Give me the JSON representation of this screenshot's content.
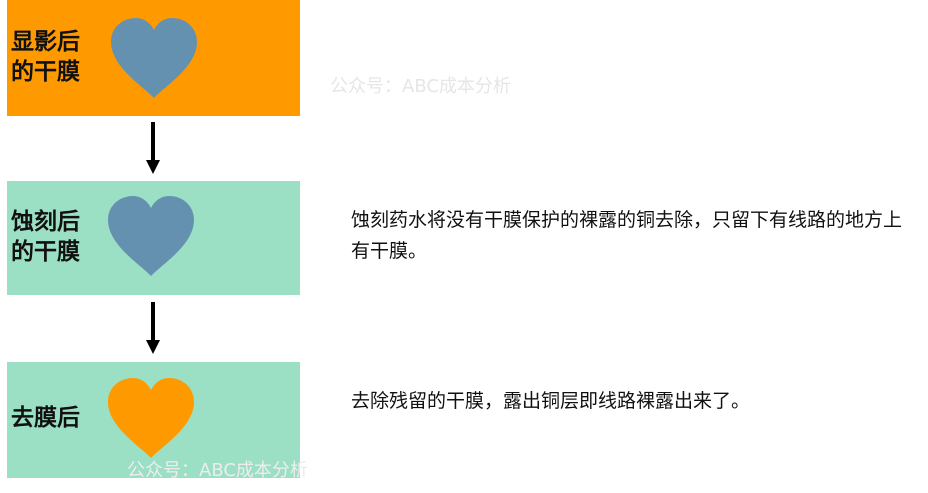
{
  "steps": [
    {
      "label": "显影后\n的干膜",
      "box_color": "#FF9900",
      "heart_color": "#6591B1"
    },
    {
      "label": "蚀刻后\n的干膜",
      "box_color": "#9BE0C4",
      "heart_color": "#6591B1"
    },
    {
      "label": "去膜后",
      "box_color": "#9BE0C4",
      "heart_color": "#FF9900"
    }
  ],
  "descriptions": {
    "etch": "蚀刻药水将没有干膜保护的裸露的铜去除，只留下有线路的地方上有干膜。",
    "strip": "去除残留的干膜，露出铜层即线路裸露出来了。"
  },
  "watermark": "公众号：ABC成本分析",
  "arrow_color": "#000000"
}
